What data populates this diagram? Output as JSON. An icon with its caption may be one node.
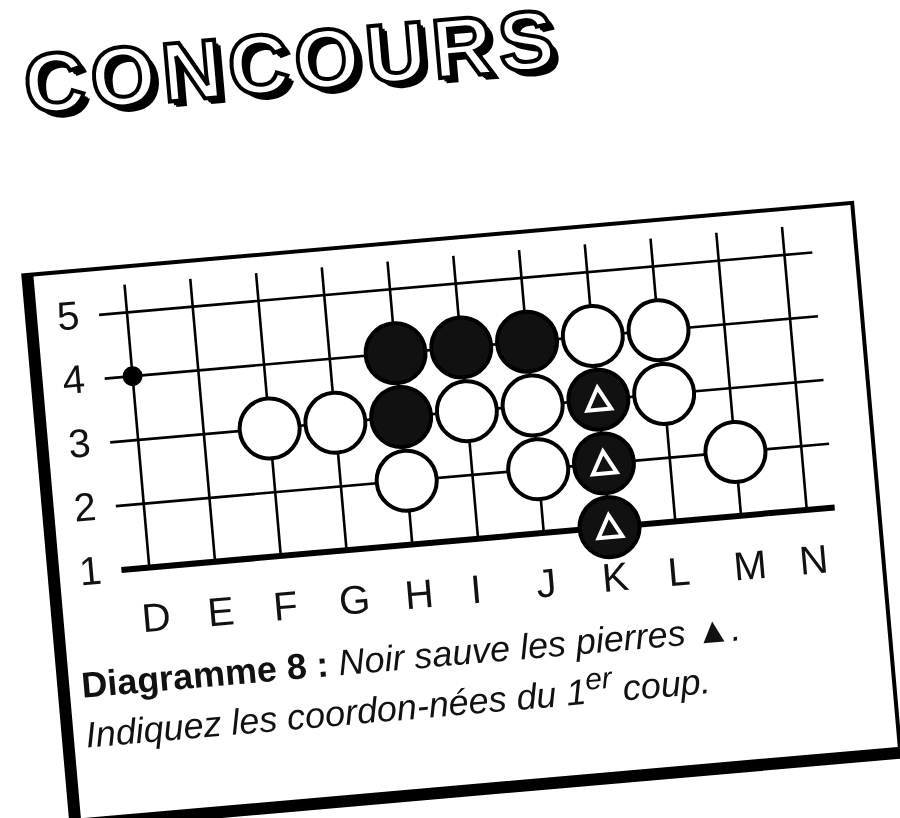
{
  "diagram": {
    "title": "CONCOURS",
    "caption": "**Diagramme 8 :** *Noir sauve les pierres* ▲*. Indiquez les coordon-nées du 1$^{er}$ coup.*",
    "labels": [
      "5",
      "4",
      "3",
      "2",
      "1",
      "D",
      "E",
      "F",
      "G",
      "H",
      "I",
      "J",
      "K",
      "L",
      "M",
      "N"
    ]
  }
}
